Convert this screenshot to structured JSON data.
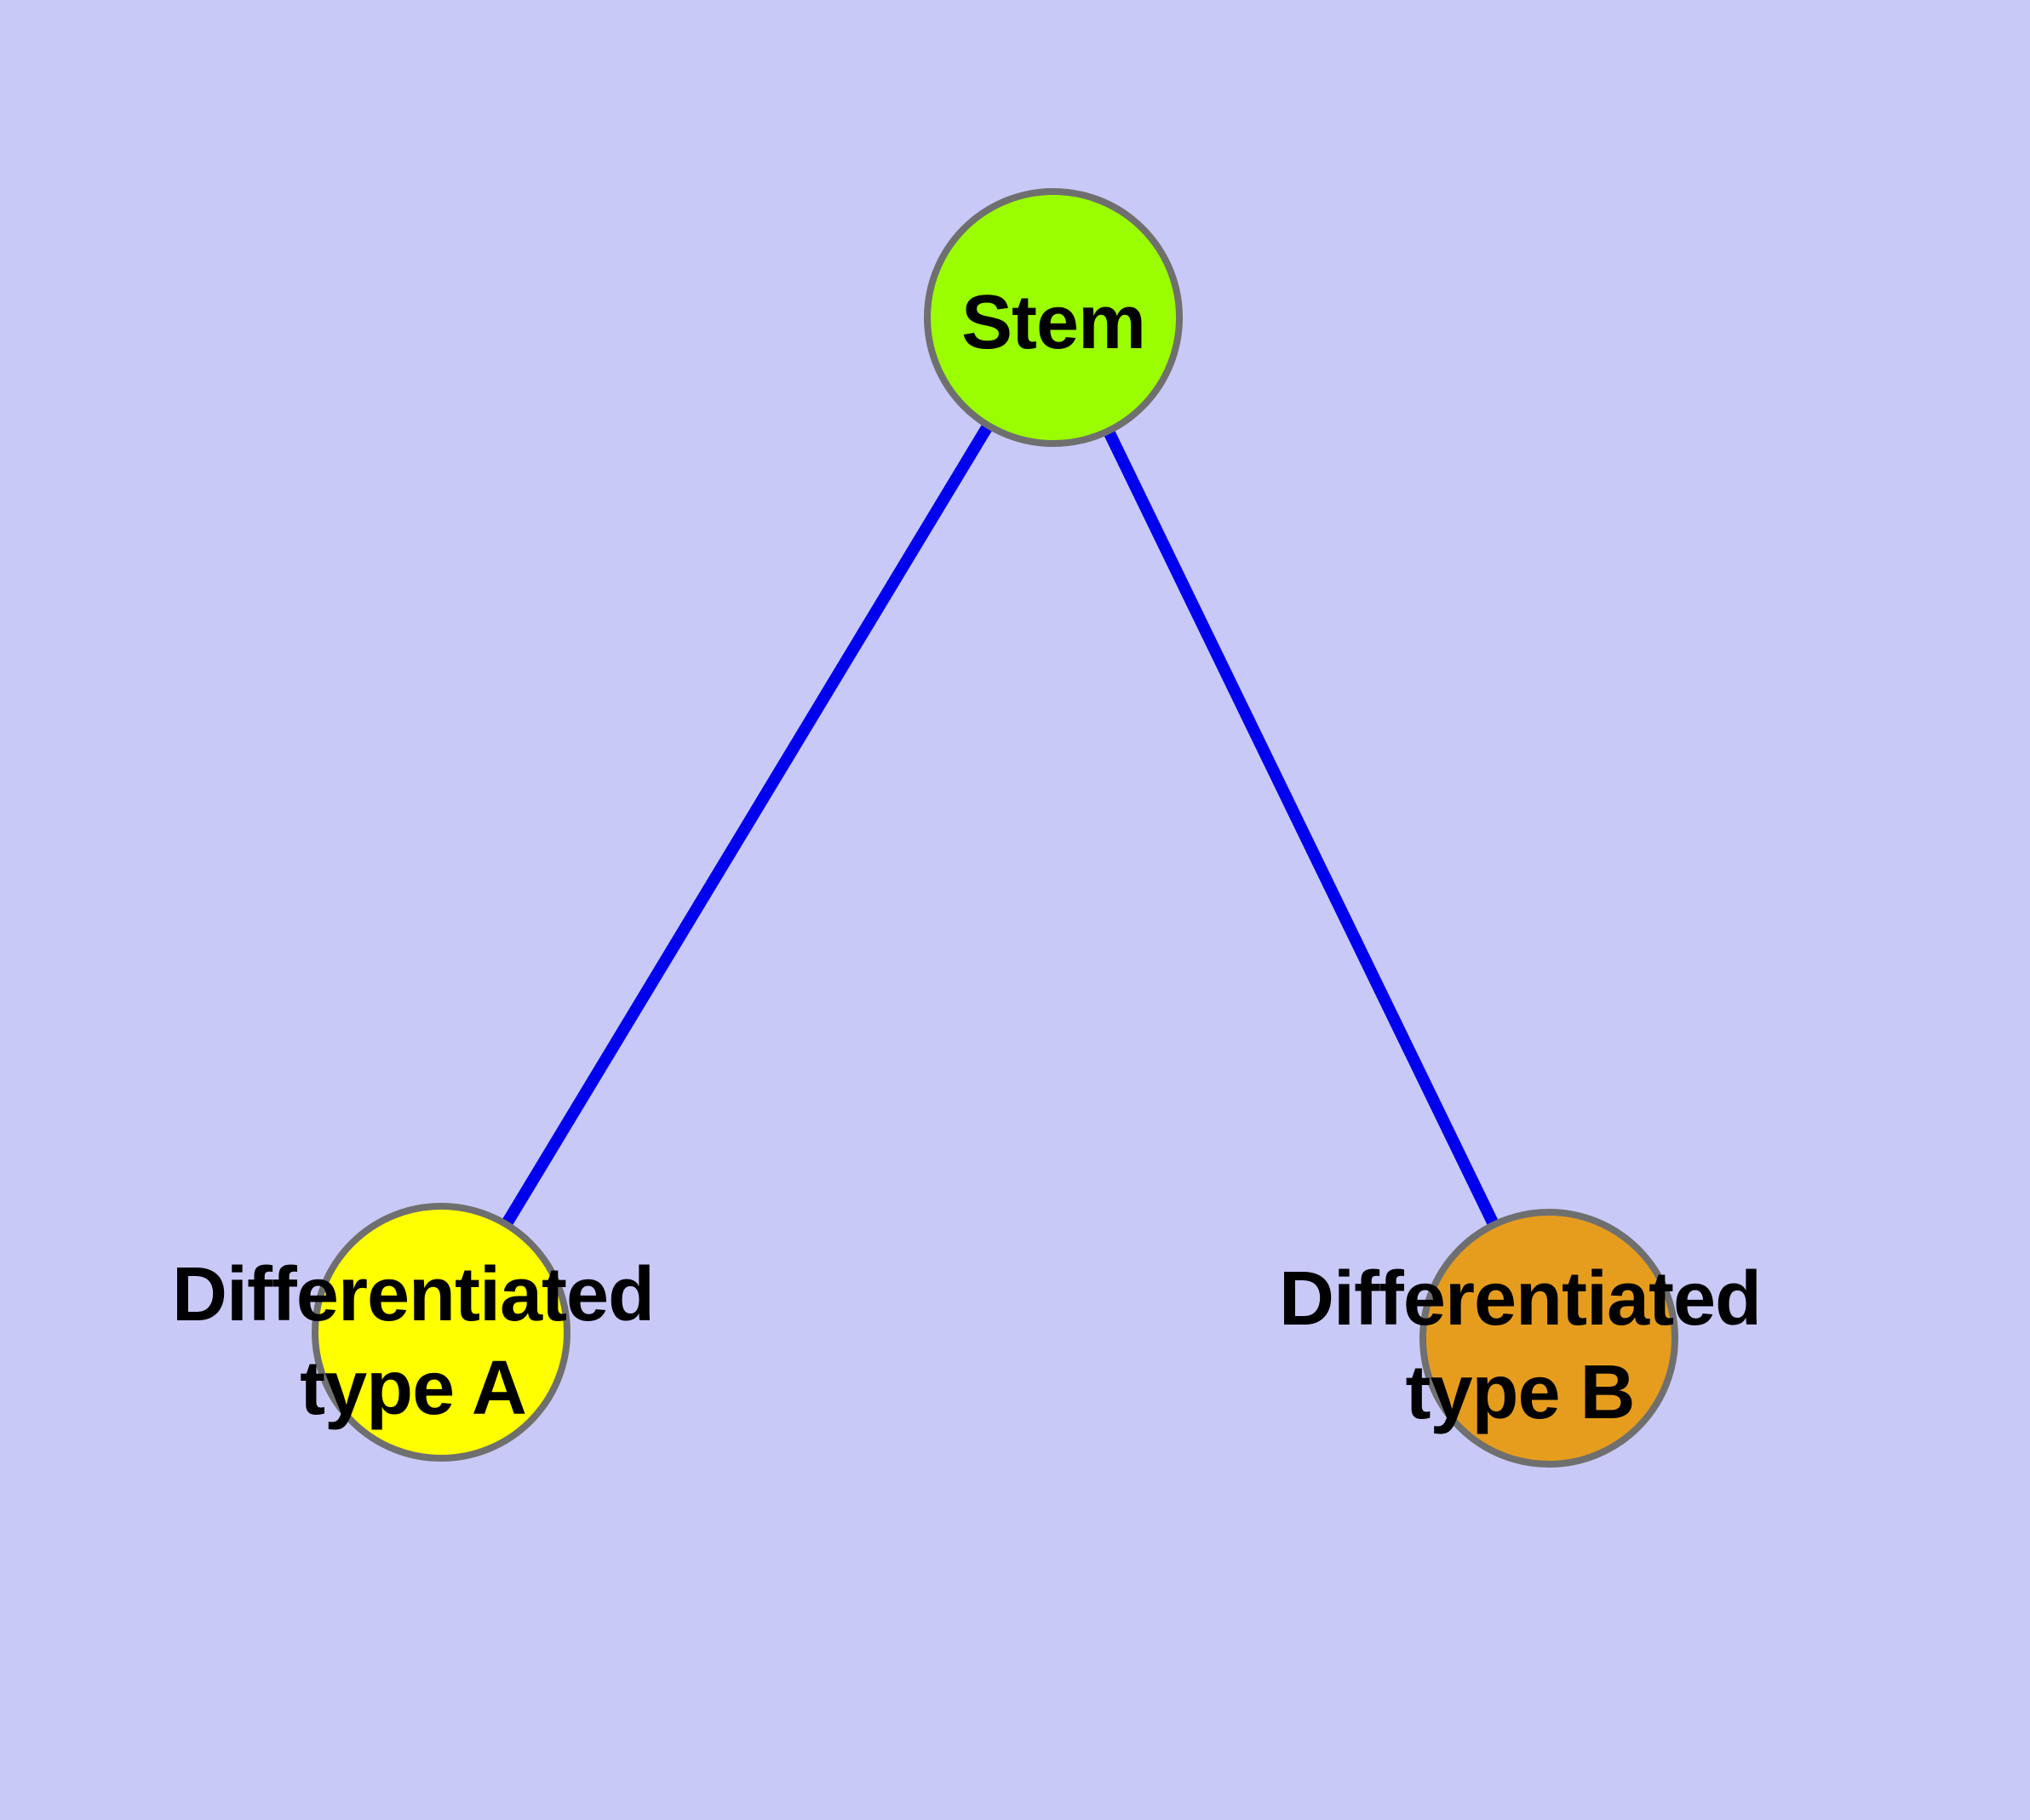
{
  "diagram": {
    "title": "",
    "background_color": "#C9C9F7",
    "edge_color": "#0000EE",
    "node_border_color": "#6F6F6F",
    "label_color": "#000000",
    "nodes": {
      "stem": {
        "label": "Stem",
        "fill": "#9AFE00"
      },
      "type_a": {
        "label_line1": "Differentiated",
        "label_line2": "type A",
        "fill": "#FFFF00"
      },
      "type_b": {
        "label_line1": "Differentiated",
        "label_line2": "type B",
        "fill": "#E69D1E"
      }
    },
    "edges": [
      {
        "from": "Stem",
        "to": "Differentiated type A"
      },
      {
        "from": "Stem",
        "to": "Differentiated type B"
      }
    ]
  }
}
